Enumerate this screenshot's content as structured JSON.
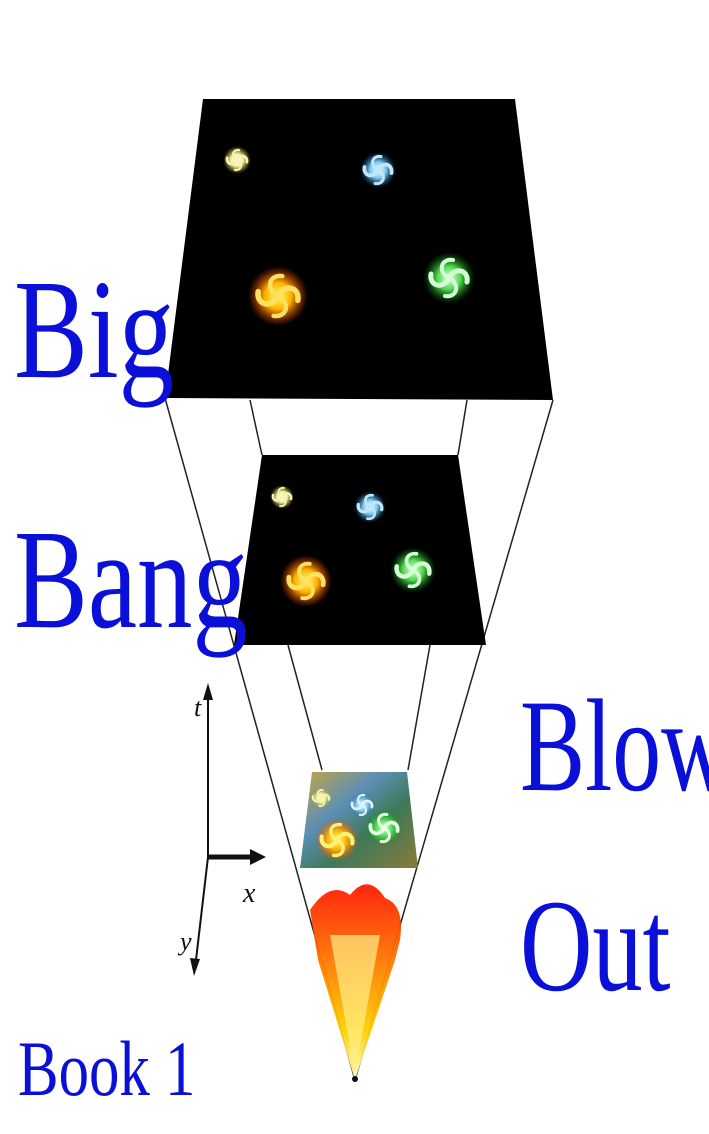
{
  "cover": {
    "title_line_1": "Big",
    "title_line_2": "Bang",
    "title_line_3": "Blow",
    "title_line_4": "Out",
    "series_label": "Book 1",
    "text_color": "#0b10d8"
  },
  "diagram": {
    "axes": {
      "t": "t",
      "x": "x",
      "y": "y"
    },
    "slices": [
      {
        "name": "late-universe-slice",
        "galaxy_icons": [
          "yellow-spiral-galaxy-icon",
          "blue-spiral-galaxy-icon",
          "orange-spiral-galaxy-icon",
          "green-spiral-galaxy-icon"
        ]
      },
      {
        "name": "middle-universe-slice",
        "galaxy_icons": [
          "yellow-spiral-galaxy-icon",
          "blue-spiral-galaxy-icon",
          "orange-spiral-galaxy-icon",
          "green-spiral-galaxy-icon"
        ]
      },
      {
        "name": "early-universe-slice",
        "galaxy_icons": [
          "yellow-spiral-galaxy-icon",
          "blue-spiral-galaxy-icon",
          "orange-spiral-galaxy-icon",
          "green-spiral-galaxy-icon"
        ]
      }
    ],
    "origin": "fireball-icon"
  }
}
